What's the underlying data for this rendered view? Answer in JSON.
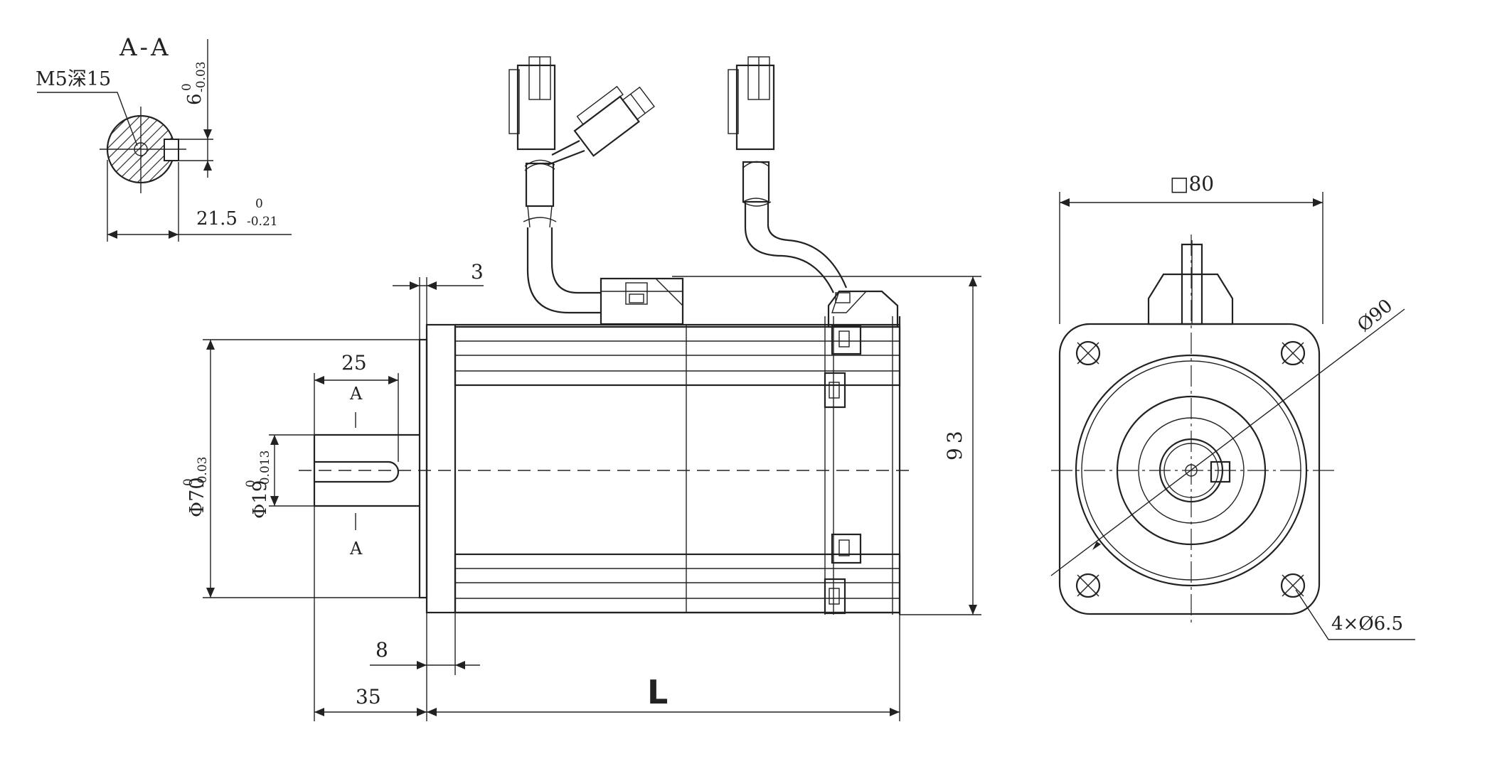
{
  "section": {
    "title": "A-A",
    "hole_label": "M5深15",
    "key_width_main": "6",
    "key_width_tol_upper": "0",
    "key_width_tol_lower": "-0.03",
    "key_depth_main": "21.5",
    "key_depth_tol_upper": "0",
    "key_depth_tol_lower": "-0.21"
  },
  "side_view": {
    "flange_thickness": "3",
    "shaft_key_length": "25",
    "section_mark": "A",
    "pilot_main": "Φ70",
    "pilot_tol_upper": "0",
    "pilot_tol_lower": "-0.03",
    "shaft_main": "Φ19",
    "shaft_tol_upper": "0",
    "shaft_tol_lower": "-0.013",
    "overall_height": "93",
    "spigot_length": "8",
    "shaft_length": "35",
    "body_length": "L"
  },
  "front_view": {
    "square_size": "□80",
    "bolt_circle": "Ø90",
    "mounting_holes": "4×Ø6.5"
  }
}
